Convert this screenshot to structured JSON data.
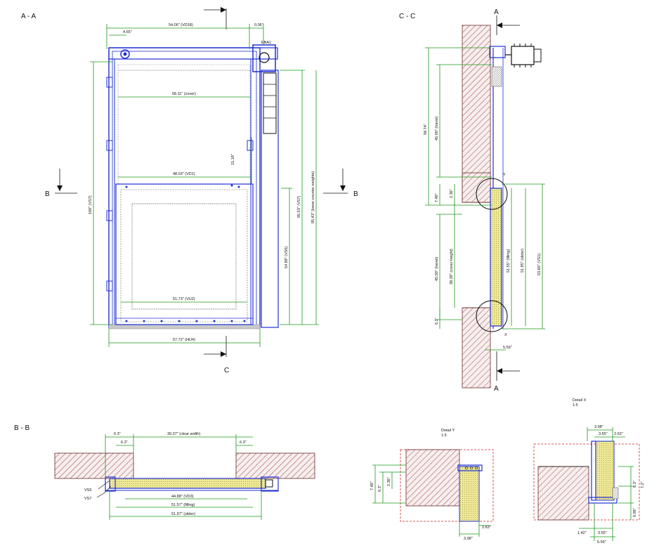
{
  "sections": {
    "aa": "A - A",
    "cc": "C - C",
    "bb": "B - B",
    "marker_a": "A",
    "marker_b": "B",
    "marker_c": "C",
    "marker_y": "Y",
    "marker_x": "X"
  },
  "details": {
    "y_title": "Detail Y",
    "y_scale": "1:5",
    "x_title": "Detail X",
    "x_scale": "1:5"
  },
  "labels": {
    "eba1": "EBA1",
    "vs5": "VS5",
    "vs7": "VS7"
  },
  "dims_aa": {
    "top_width": "54.06\" (VD18)",
    "top_right": "0.06\"",
    "top_small": "4.65\"",
    "cover": "58.11\" (cover)",
    "right_small": "15.18\"",
    "vd1": "48.03\" (VD1)",
    "vu2": "51.73\" (VU2)",
    "hu4": "57.72\" (HU4)",
    "vs7": "100\" (VS7)",
    "vs7_b": "95.53\" (VS7)",
    "cwt": "95.43\" (lower counter weights)",
    "vs5": "54.88\" (VS5)"
  },
  "dims_cc": {
    "total": "58.74\"",
    "travel_top": "45.00\" (travel)",
    "d1": "7.48\"",
    "d2": "2.36\"",
    "travel_bottom": "45.00\" (travel)",
    "cover_height": "38.39\" (cover height)",
    "filling": "51.55\" (filling)",
    "slider": "51.85\" (slider)",
    "vs1": "53.69\" (VS1)",
    "d3": "6.3\"",
    "bottom": "5.59\""
  },
  "dims_bb": {
    "d1": "6.3\"",
    "d2": "6.3\"",
    "clear": "39.37\" (clear width)",
    "d3": "6.3\"",
    "vd3": "44.88\" (VD3)",
    "filling": "51.57\" (filling)",
    "slider": "51.97\" (slider)"
  },
  "dims_y": {
    "a": "7.48\"",
    "b": "6.3\"",
    "c": "2.36\"",
    "d": "2.63\"",
    "e": "3.98\""
  },
  "dims_x": {
    "a": "3.98\"",
    "b": "3.55\"",
    "c": "2.63\"",
    "d": "6.3\"",
    "e": "7.2\"",
    "f": "0.98\"",
    "g": "1.42\"",
    "h": "3.55\"",
    "i": "5.59\""
  }
}
